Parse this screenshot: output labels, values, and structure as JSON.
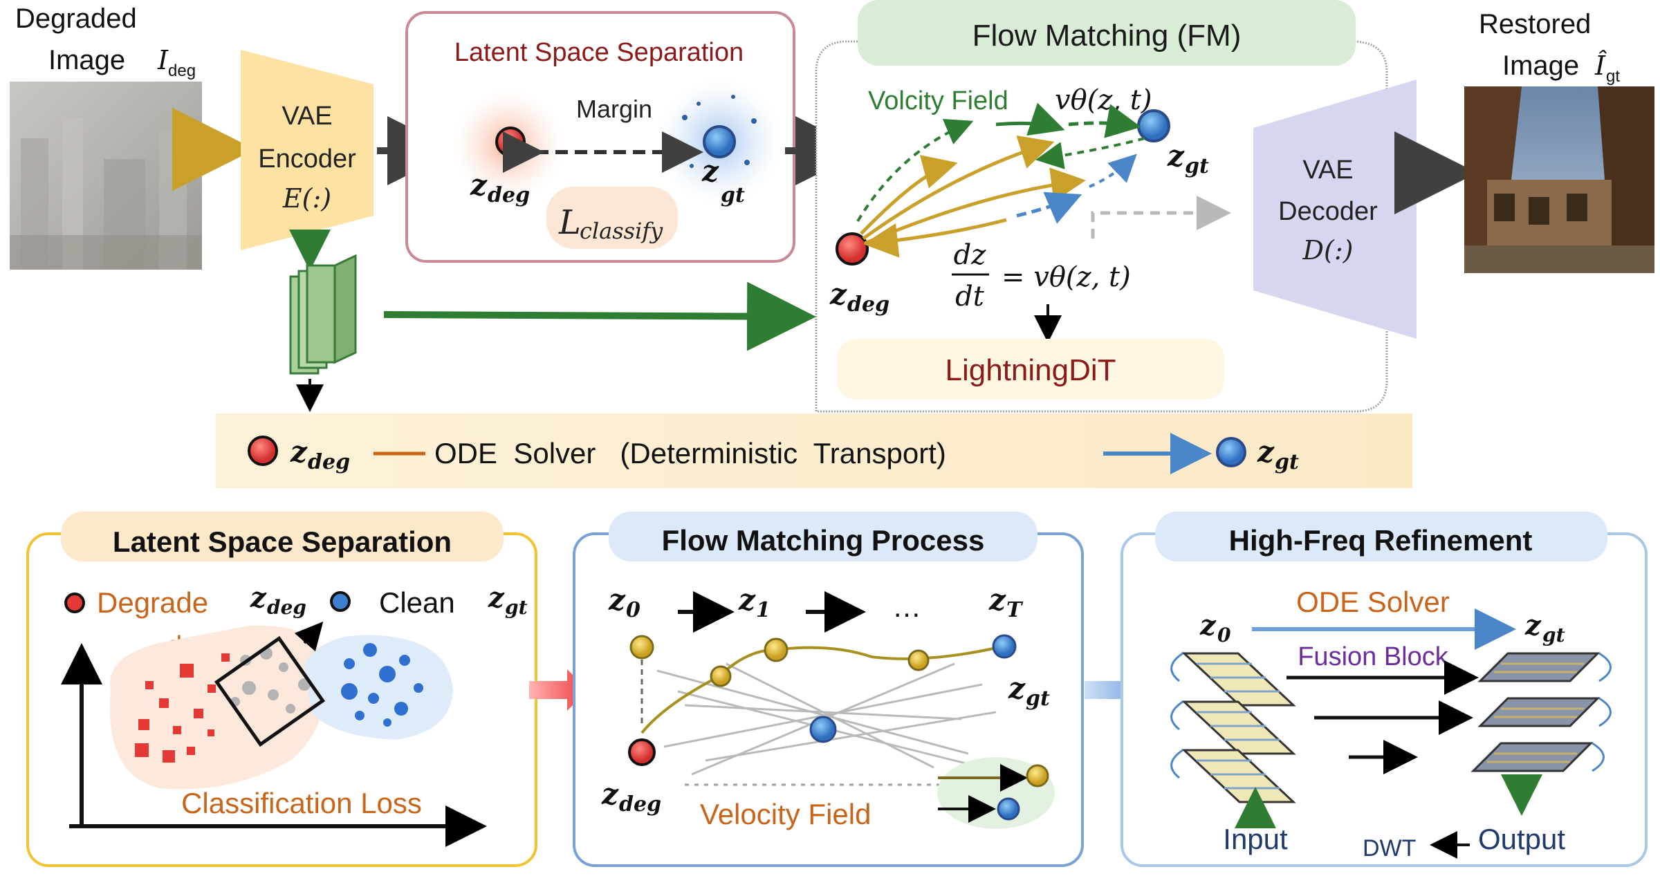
{
  "top": {
    "degraded_label": "Degraded",
    "degraded_label2": "Image",
    "degraded_sym": "I",
    "degraded_sub": "deg",
    "restored_label": "Restored",
    "restored_label2": "Image",
    "restored_sym": "Î",
    "restored_sub": "gt",
    "encoder_line1": "VAE",
    "encoder_line2": "Encoder",
    "encoder_math": "E(:)",
    "decoder_line1": "VAE",
    "decoder_line2": "Decoder",
    "decoder_math": "D(:)",
    "lss_title": "Latent  Space  Separation",
    "margin": "Margin",
    "z_deg": "z",
    "deg_sub": "deg",
    "gt_sub": "gt",
    "l_classify": "L",
    "l_classify_sub": "classify",
    "fm_title": "Flow Matching (FM)",
    "velocity_label": "Volcity  Field",
    "v_theta": "vθ(z, t)",
    "dz": "dz",
    "dt": "dt",
    "ode_rhs": "= vθ(z, t)",
    "lightning": "LightningDiT",
    "ode_solver_bar": "ODE  Solver   (Deterministic  Transport)"
  },
  "panels": {
    "lss": {
      "title": "Latent Space Separation",
      "degrade": "Degrade",
      "degrade_d": "d",
      "clean": "Clean",
      "loss": "Classification  Loss"
    },
    "fmp": {
      "title": "Flow Matching Process",
      "z0": "z",
      "z0_sub": "0",
      "z1": "z",
      "z1_sub": "1",
      "ellipsis": "…",
      "zT": "z",
      "zT_sub": "T",
      "velocity": "Velocity Field"
    },
    "hfr": {
      "title": "High-Freq Refinement",
      "ode": "ODE Solver",
      "fusion": "Fusion Block",
      "input": "Input",
      "output": "Output",
      "dwt": "DWT"
    }
  },
  "colors": {
    "encoder_fill": "#fde2a4",
    "decoder_fill": "#d6d6f0",
    "lss_border": "#c98a96",
    "red_point": "#e53935",
    "blue_point": "#3f7fd0",
    "gold_arrow": "#c8a02a",
    "green_arrow": "#2e7d32",
    "dark_red_text": "#8b1a1a",
    "orange_text": "#c8651b",
    "purple_text": "#6a2d9c",
    "navy_text": "#1f3a6b"
  }
}
